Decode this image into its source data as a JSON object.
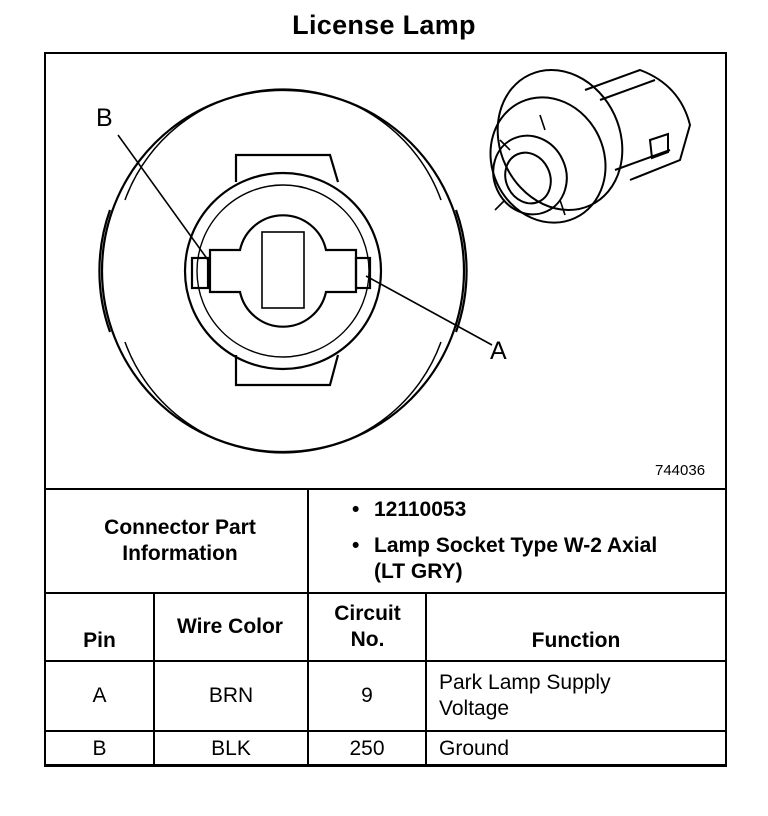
{
  "title": "License Lamp",
  "diagram": {
    "callout_b": "B",
    "callout_a": "A",
    "figure_number": "744036"
  },
  "connector_info": {
    "label": "Connector Part Information",
    "bullet": "•",
    "items": [
      "12110053",
      "Lamp Socket Type W-2 Axial (LT GRY)"
    ]
  },
  "pin_table": {
    "headers": {
      "pin": "Pin",
      "wire_color": "Wire Color",
      "circuit": "Circuit No.",
      "function": "Function"
    },
    "rows": [
      {
        "pin": "A",
        "wire_color": "BRN",
        "circuit": "9",
        "function": "Park Lamp Supply Voltage"
      },
      {
        "pin": "B",
        "wire_color": "BLK",
        "circuit": "250",
        "function": "Ground"
      }
    ]
  }
}
